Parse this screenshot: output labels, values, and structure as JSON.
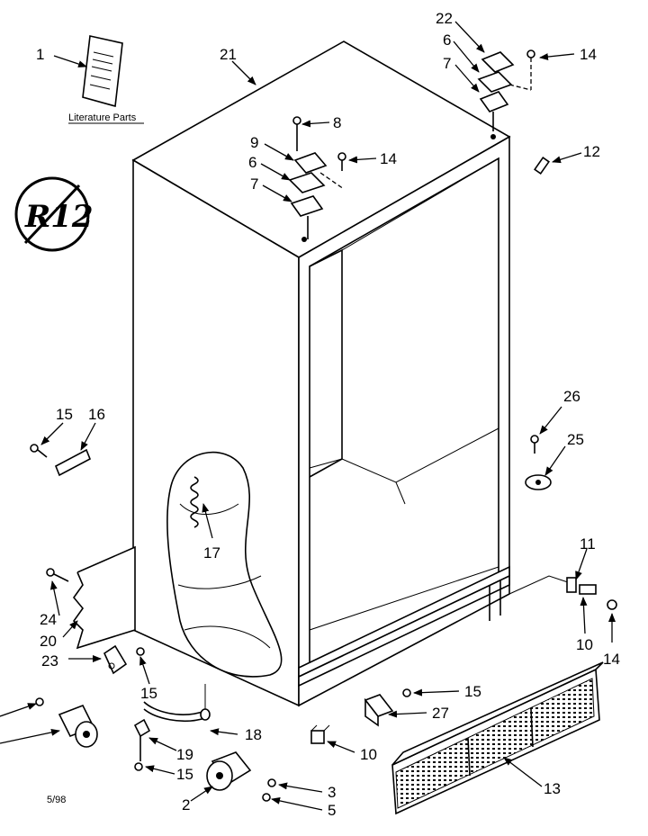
{
  "literature_label": "Literature Parts",
  "badge_text": "R12",
  "date_code": "5/98",
  "callouts": [
    {
      "id": "c1",
      "text": "1"
    },
    {
      "id": "c21",
      "text": "21"
    },
    {
      "id": "c22",
      "text": "22"
    },
    {
      "id": "c6a",
      "text": "6"
    },
    {
      "id": "c7a",
      "text": "7"
    },
    {
      "id": "c14a",
      "text": "14"
    },
    {
      "id": "c8",
      "text": "8"
    },
    {
      "id": "c9",
      "text": "9"
    },
    {
      "id": "c6b",
      "text": "6"
    },
    {
      "id": "c14b",
      "text": "14"
    },
    {
      "id": "c7b",
      "text": "7"
    },
    {
      "id": "c12",
      "text": "12"
    },
    {
      "id": "c15a",
      "text": "15"
    },
    {
      "id": "c16",
      "text": "16"
    },
    {
      "id": "c26",
      "text": "26"
    },
    {
      "id": "c25",
      "text": "25"
    },
    {
      "id": "c17",
      "text": "17"
    },
    {
      "id": "c11",
      "text": "11"
    },
    {
      "id": "c24",
      "text": "24"
    },
    {
      "id": "c20",
      "text": "20"
    },
    {
      "id": "c10a",
      "text": "10"
    },
    {
      "id": "c14c",
      "text": "14"
    },
    {
      "id": "c23",
      "text": "23"
    },
    {
      "id": "c15b",
      "text": "15"
    },
    {
      "id": "c15c",
      "text": "15"
    },
    {
      "id": "c27",
      "text": "27"
    },
    {
      "id": "c18",
      "text": "18"
    },
    {
      "id": "c19",
      "text": "19"
    },
    {
      "id": "c10b",
      "text": "10"
    },
    {
      "id": "c15d",
      "text": "15"
    },
    {
      "id": "c13",
      "text": "13"
    },
    {
      "id": "c3",
      "text": "3"
    },
    {
      "id": "c2",
      "text": "2"
    },
    {
      "id": "c5",
      "text": "5"
    }
  ]
}
